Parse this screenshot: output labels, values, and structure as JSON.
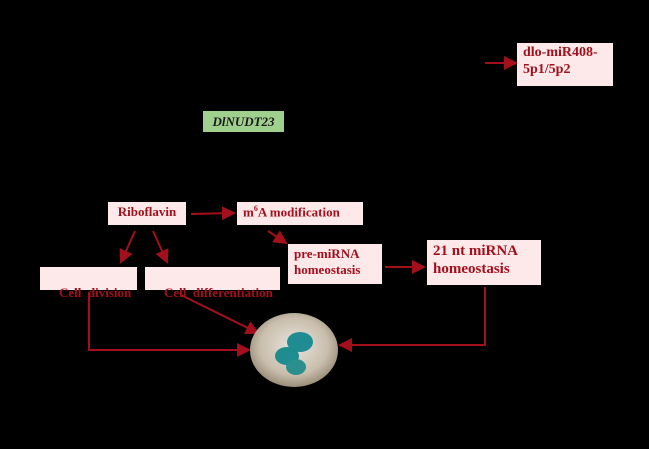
{
  "nodes": {
    "gene": "DlNUDT23",
    "mirna_line1": "dlo-miR408-",
    "mirna_line2": "5p1/5p2",
    "riboflavin": "Riboflavin",
    "m6a_base": "m",
    "m6a_sup": "6",
    "m6a_rest": "A modification",
    "cell_division": "Cell  division",
    "cell_differentiation": "Cell  differentiation",
    "pre_mirna_line1": "pre-miRNA",
    "pre_mirna_line2": "homeostasis",
    "mature_line1": "21 nt miRNA",
    "mature_line2": "homeostasis"
  },
  "colors": {
    "arrow": "#a3101c",
    "box_fill": "#fde8ea",
    "gene_fill": "#9fd08e"
  }
}
